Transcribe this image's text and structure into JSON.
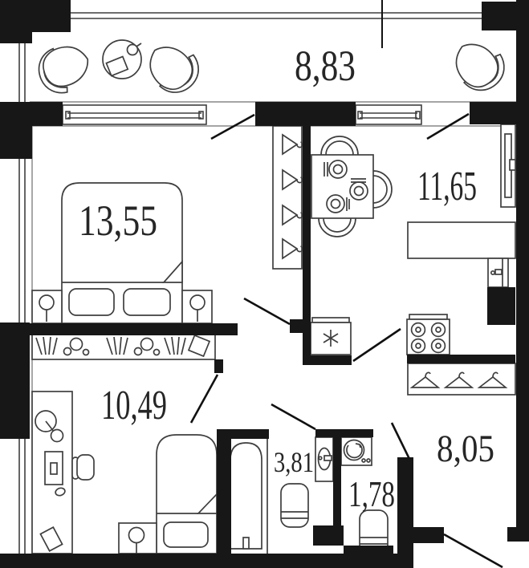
{
  "plan": {
    "type": "apartment-floor-plan",
    "rooms": [
      {
        "name": "balcony",
        "area": "8,83"
      },
      {
        "name": "bedroom",
        "area": "13,55"
      },
      {
        "name": "kitchen-living-room",
        "area": "11,65"
      },
      {
        "name": "kids-room",
        "area": "10,49"
      },
      {
        "name": "hallway",
        "area": "8,05"
      },
      {
        "name": "bathroom",
        "area": "3,81"
      },
      {
        "name": "wc",
        "area": "1,78"
      }
    ],
    "colors": {
      "wall": "#171717",
      "furniture_line": "#3f3f3f",
      "floor_edge": "#6f6f6f",
      "background": "#ffffff",
      "label": "#262626"
    },
    "icons": [
      "armchair-icon",
      "coffee-table-icon",
      "double-bed-icon",
      "nightstand-lamp-icon",
      "wardrobe-hanger-icon",
      "dining-table-icon",
      "chair-arc-icon",
      "place-setting-icon",
      "radiator-icon",
      "kitchen-counter-icon",
      "fridge-icon",
      "stove-icon",
      "coat-rack-icon",
      "desk-icon",
      "desk-lamp-icon",
      "monitor-icon",
      "desk-chair-icon",
      "single-bed-icon",
      "bathtub-icon",
      "sink-icon",
      "toilet-icon",
      "washing-machine-icon",
      "door-swing-icon",
      "window-icon"
    ]
  }
}
